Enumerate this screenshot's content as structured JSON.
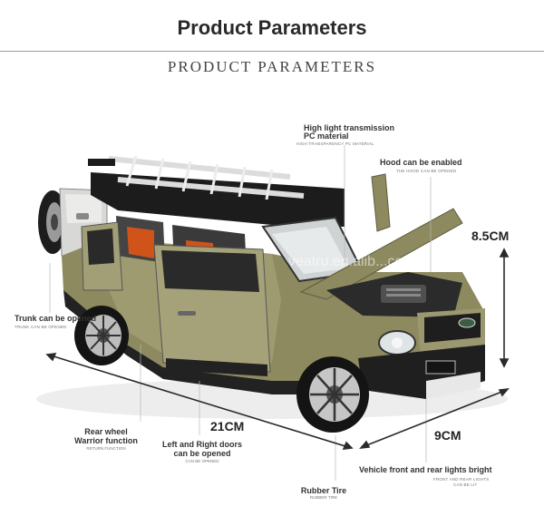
{
  "header": {
    "title": "Product Parameters",
    "subtitle": "PRODUCT PARAMETERS"
  },
  "watermark": "veatru.en.alib...com",
  "callouts": {
    "pc_material": {
      "line1": "High light transmission",
      "line2": "PC material",
      "sub": "HIGH TRANSPARENCY PC MATERIAL"
    },
    "hood": {
      "label": "Hood can be enabled",
      "sub": "THE HOOD CAN BE OPENED"
    },
    "trunk": {
      "label": "Trunk can be opened",
      "sub": "TRUNK CAN BE OPENED"
    },
    "rear_wheel": {
      "line1": "Rear wheel",
      "line2": "Warrior function",
      "sub": "RETURN FUNCTION"
    },
    "doors": {
      "line1": "Left and Right doors",
      "line2": "can be opened",
      "sub": "CAN BE OPENED"
    },
    "tire": {
      "label": "Rubber Tire",
      "sub": "RUBBER TIRE"
    },
    "lights": {
      "label": "Vehicle front and rear lights bright",
      "sub1": "FRONT AND REAR LIGHTS",
      "sub2": "CAN BE LIT"
    }
  },
  "dimensions": {
    "height": "8.5CM",
    "length": "21CM",
    "width": "9CM"
  },
  "colors": {
    "body": "#8d8a60",
    "roof": "#1c1c1c",
    "interior": "#d0531a",
    "rule": "#9a9a9a"
  }
}
